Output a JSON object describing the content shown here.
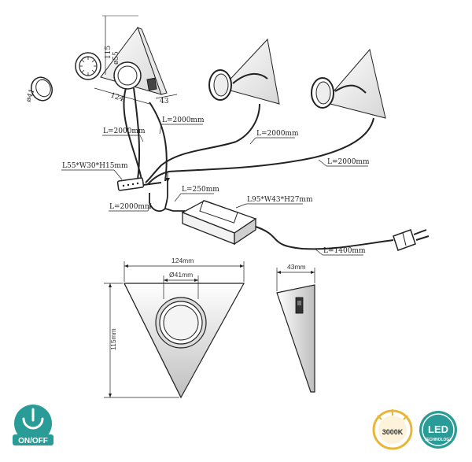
{
  "diagram": {
    "cable_labels": {
      "left_top": "L=2000mm",
      "middle_top": "L=2000mm",
      "middle": "L=2000mm",
      "right": "L=2000mm",
      "bottom_left": "L=2000mm",
      "short_lead": "L=250mm",
      "plug_cable": "L=1400mm"
    },
    "junction_box": "L55*W30*H15mm",
    "driver": "L95*W43*H27mm",
    "perspective_dims": {
      "height": "115",
      "diameter": "ø55",
      "width": "124",
      "depth": "43",
      "ring_diameter": "ø41"
    },
    "front_view": {
      "width": "124mm",
      "diameter": "Ø41mm",
      "height": "115mm"
    },
    "side_view": {
      "depth": "43mm"
    }
  },
  "badges": {
    "on_off": "ON/OFF",
    "color_temp": "3000K",
    "led": "LED",
    "led_sub": "TECHNOLOGY"
  },
  "colors": {
    "teal": "#2a9c97",
    "line": "#222222",
    "gold": "#e8b73a"
  },
  "icons": [
    "switch-icon",
    "plug-icon",
    "led-icon",
    "sun-temperature-icon"
  ]
}
